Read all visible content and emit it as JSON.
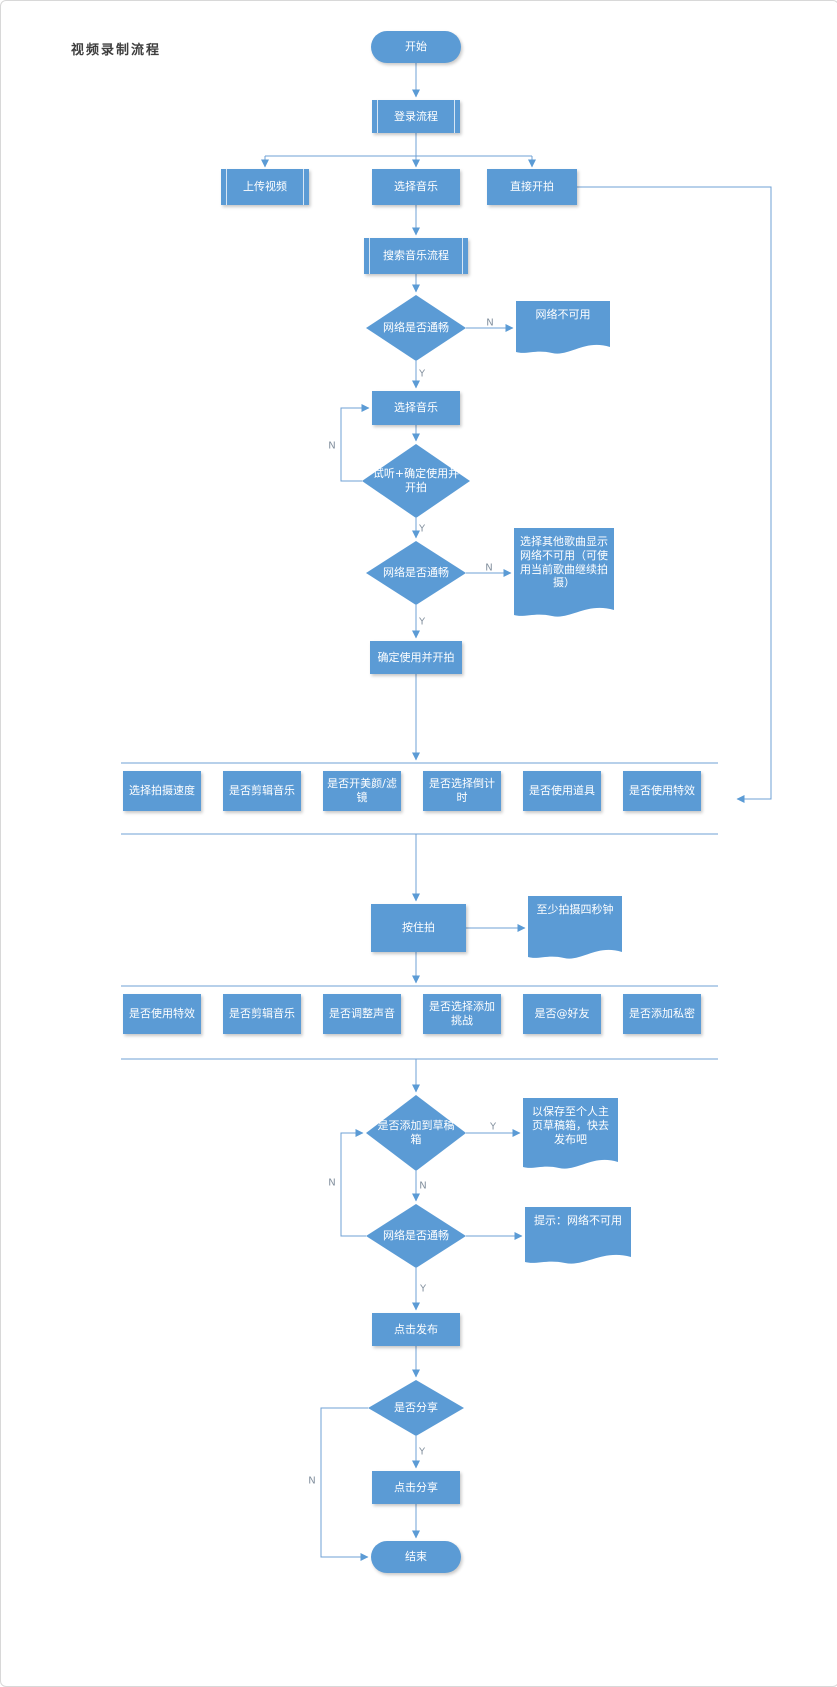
{
  "title": "视频录制流程",
  "labels": {
    "yes": "Y",
    "no": "N"
  },
  "colors": {
    "shape_fill": "#5b9bd5",
    "connector": "#6fa0d4",
    "node_text": "#ffffff"
  },
  "nodes": {
    "start": "开始",
    "login": "登录流程",
    "upload": "上传视频",
    "choose_music": "选择音乐",
    "direct_shoot": "直接开拍",
    "search_music": "搜索音乐流程",
    "net_check_1": "网络是否通畅",
    "doc_net_unavailable": "网络不可用",
    "choose_music_2": "选择音乐",
    "audition_confirm": "试听+确定使用并开拍",
    "net_check_2": "网络是否通畅",
    "doc_other_song": "选择其他歌曲显示网络不可用（可使用当前歌曲继续拍摄）",
    "confirm_shoot": "确定使用并开拍",
    "row1": [
      "选择拍摄速度",
      "是否剪辑音乐",
      "是否开美颜/滤镜",
      "是否选择倒计时",
      "是否使用道具",
      "是否使用特效"
    ],
    "hold_to_shoot": "按住拍",
    "doc_min_four_seconds": "至少拍摄四秒钟",
    "row2": [
      "是否使用特效",
      "是否剪辑音乐",
      "是否调整声音",
      "是否选择添加挑战",
      "是否@好友",
      "是否添加私密"
    ],
    "add_to_draft": "是否添加到草稿箱",
    "doc_saved_draft": "以保存至个人主页草稿箱，快去发布吧",
    "net_check_3": "网络是否通畅",
    "doc_tip_net_unavailable": "提示：网络不可用",
    "publish": "点击发布",
    "share_decision": "是否分享",
    "share": "点击分享",
    "end": "结束"
  }
}
